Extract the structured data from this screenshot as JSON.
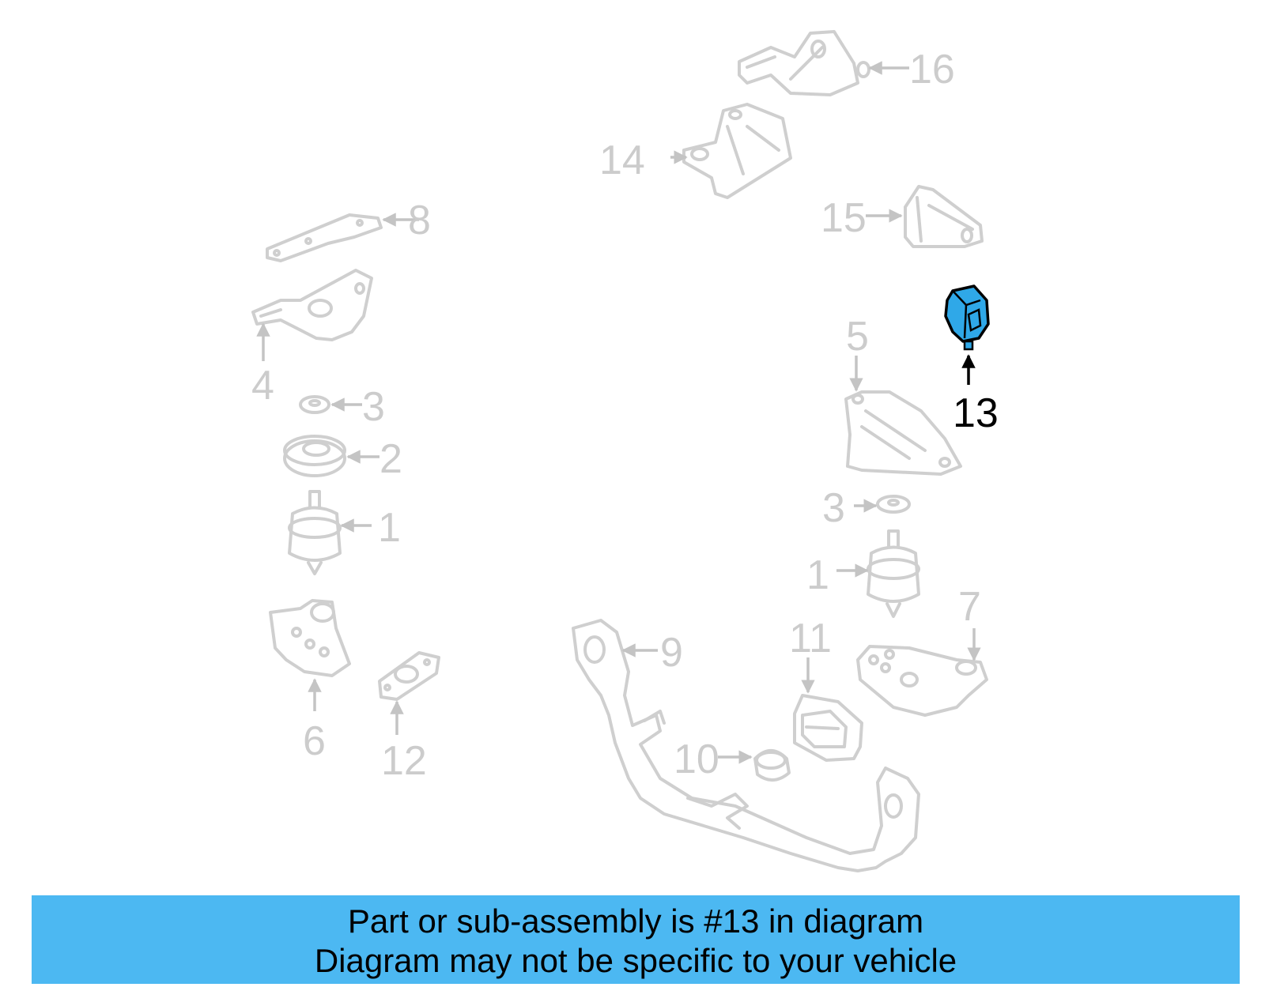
{
  "callouts": {
    "c1a": "1",
    "c1b": "1",
    "c2": "2",
    "c3a": "3",
    "c3b": "3",
    "c4": "4",
    "c5": "5",
    "c6": "6",
    "c7": "7",
    "c8": "8",
    "c9": "9",
    "c10": "10",
    "c11": "11",
    "c12": "12",
    "c13": "13",
    "c14": "14",
    "c15": "15",
    "c16": "16"
  },
  "highlight": {
    "part": "13",
    "fill": "#2fa8e8",
    "banner_color": "#4cb8f2"
  },
  "banner": {
    "line1": "Part or sub-assembly is #13 in diagram",
    "line2": "Diagram may not be specific to your vehicle"
  }
}
